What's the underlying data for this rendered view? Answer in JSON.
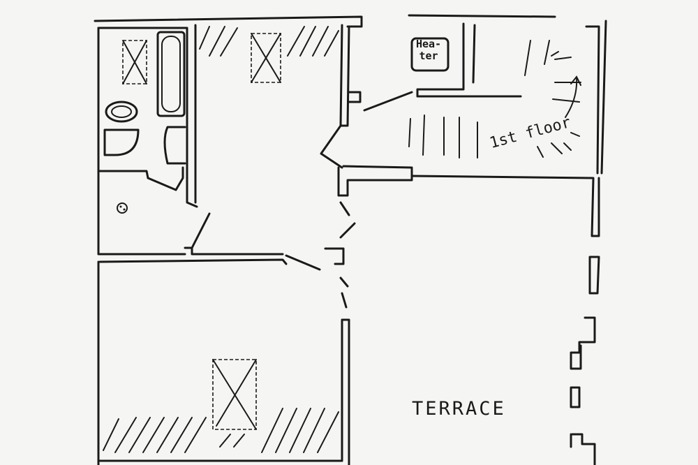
{
  "labels": {
    "heater": "Hea-ter",
    "stairs": "1st floor",
    "terrace": "TERRACE"
  }
}
